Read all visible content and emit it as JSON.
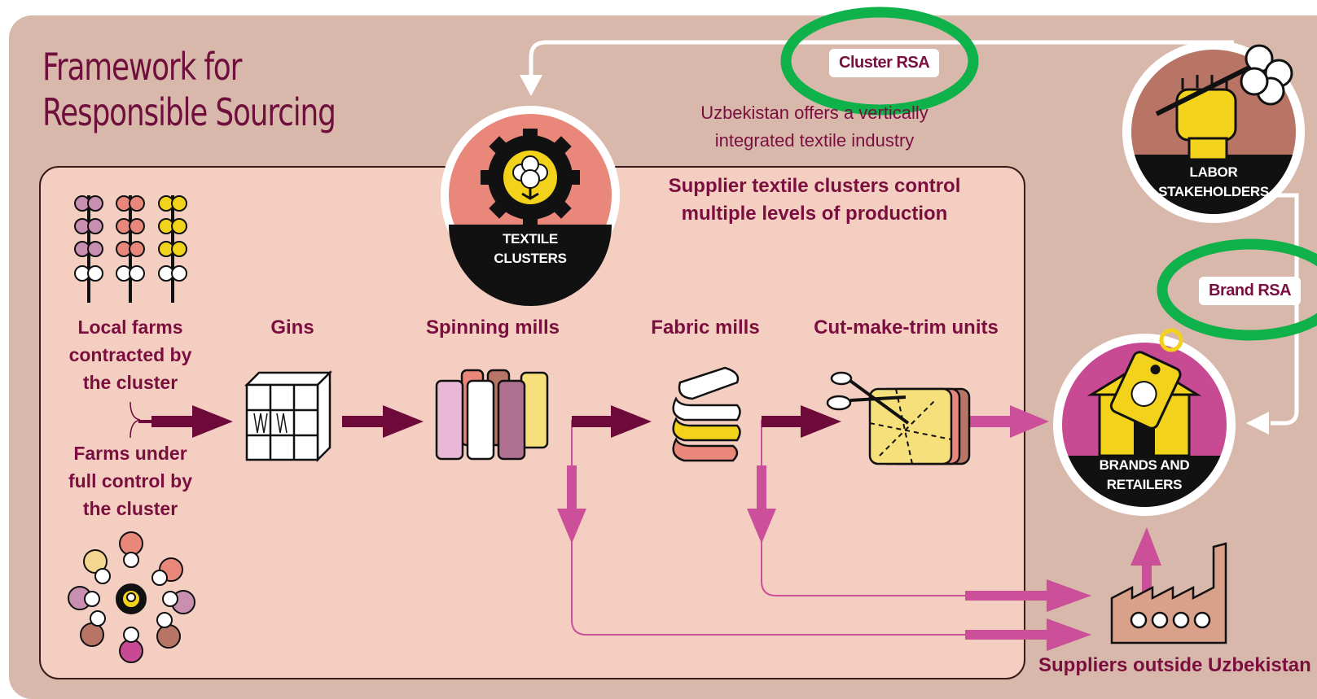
{
  "title": "Framework for\nResponsible Sourcing",
  "note_vertical": "Uzbekistan offers a vertically\nintegrated textile industry",
  "note_clusters": "Supplier textile clusters control\nmultiple levels of production",
  "badges": {
    "cluster_rsa": "Cluster RSA",
    "brand_rsa": "Brand RSA"
  },
  "actors": {
    "textile_clusters": "TEXTILE\nCLUSTERS",
    "labor_stakeholders": "LABOR\nSTAKEHOLDERS",
    "brands_retailers": "BRANDS AND\nRETAILERS"
  },
  "stages": {
    "local_farms": "Local farms\ncontracted by\nthe cluster",
    "controlled_farms": "Farms under\nfull control by\nthe cluster",
    "gins": "Gins",
    "spinning": "Spinning mills",
    "fabric": "Fabric mills",
    "cmt": "Cut-make-trim units",
    "outside": "Suppliers outside Uzbekistan"
  },
  "colors": {
    "dark_arrow": "#6e0a3a",
    "pink_arrow": "#cc4f9a",
    "highlight": "#0fb14a",
    "frame": "#d9b8ac",
    "panel": "#f5cec2"
  },
  "icons": [
    "cotton-flower-icon",
    "gear-icon",
    "fist-icon",
    "shop-tag-icon",
    "cotton-bale-icon",
    "thread-spools-icon",
    "fabric-stack-icon",
    "scissors-pattern-icon",
    "factory-icon"
  ]
}
